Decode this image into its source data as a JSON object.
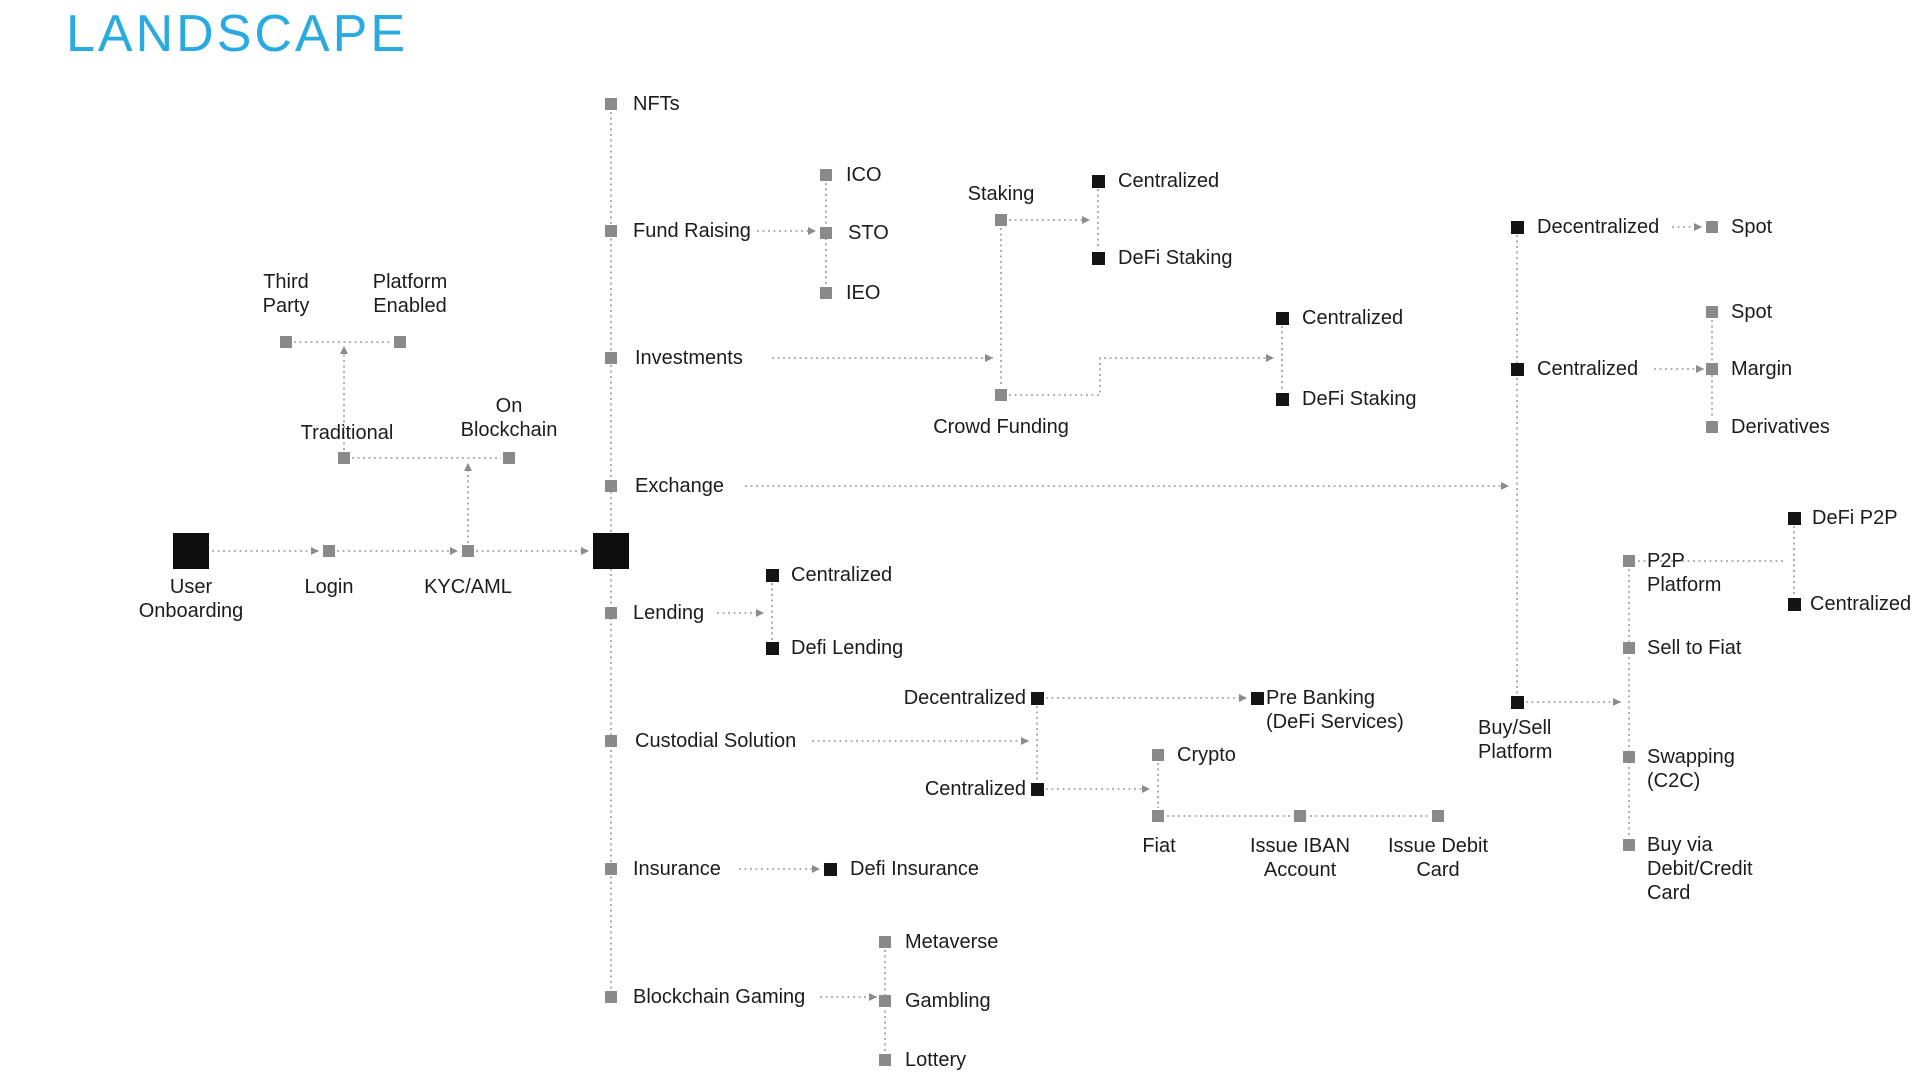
{
  "title": "LANDSCAPE",
  "colors": {
    "accent": "#29ABE2",
    "node_gray": "#8a8a8a",
    "node_black": "#141414",
    "line": "#9b9b9b",
    "text": "#1c1c1c"
  },
  "nodes": {
    "user_onboarding": "User Onboarding",
    "login": "Login",
    "kyc": "KYC/AML",
    "third_party": "Third Party",
    "platform_enabled": "Platform Enabled",
    "traditional": "Traditional",
    "on_blockchain": "On Blockchain",
    "nfts": "NFTs",
    "fund_raising": "Fund Raising",
    "ico": "ICO",
    "sto": "STO",
    "ieo": "IEO",
    "investments": "Investments",
    "staking": "Staking",
    "staking_centralized": "Centralized",
    "staking_defi": "DeFi Staking",
    "crowd_funding": "Crowd Funding",
    "cf_centralized": "Centralized",
    "cf_defi_staking": "DeFi Staking",
    "exchange": "Exchange",
    "decentralized": "Decentralized",
    "decentralized_spot": "Spot",
    "centralized": "Centralized",
    "centralized_spot": "Spot",
    "margin": "Margin",
    "derivatives": "Derivatives",
    "lending": "Lending",
    "lending_centralized": "Centralized",
    "defi_lending": "Defi Lending",
    "custodial_solution": "Custodial Solution",
    "custodial_decentralized": "Decentralized",
    "pre_banking": "Pre Banking (DeFi Services)",
    "custodial_centralized": "Centralized",
    "crypto": "Crypto",
    "fiat": "Fiat",
    "issue_iban": "Issue IBAN Account",
    "issue_debit": "Issue Debit Card",
    "insurance": "Insurance",
    "defi_insurance": "Defi Insurance",
    "blockchain_gaming": "Blockchain Gaming",
    "metaverse": "Metaverse",
    "gambling": "Gambling",
    "lottery": "Lottery",
    "buy_sell_platform": "Buy/Sell Platform",
    "p2p_platform": "P2P Platform",
    "defi_p2p": "DeFi P2P",
    "p2p_centralized": "Centralized",
    "sell_to_fiat": "Sell to Fiat",
    "swapping": "Swapping (C2C)",
    "buy_via_card": "Buy via Debit/Credit Card"
  }
}
